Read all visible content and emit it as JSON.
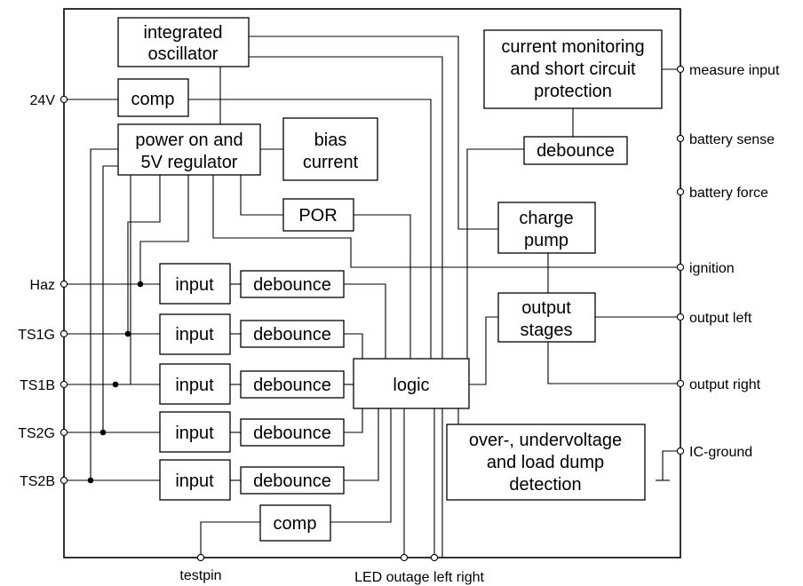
{
  "blocks": {
    "integrated_oscillator": [
      "integrated",
      "oscillator"
    ],
    "comp_top": "comp",
    "power_on": [
      "power on and",
      "5V regulator"
    ],
    "bias_current": [
      "bias",
      "current"
    ],
    "por": "POR",
    "current_monitoring": [
      "current monitoring",
      "and short circuit",
      "protection"
    ],
    "debounce_right": "debounce",
    "charge_pump": [
      "charge",
      "pump"
    ],
    "output_stages": [
      "output",
      "stages"
    ],
    "logic": "logic",
    "overvoltage": [
      "over-, undervoltage",
      "and load dump",
      "detection"
    ],
    "comp_bottom": "comp",
    "input": "input",
    "debounce": "debounce"
  },
  "pins": {
    "v24": "24V",
    "haz": "Haz",
    "ts1g": "TS1G",
    "ts1b": "TS1B",
    "ts2g": "TS2G",
    "ts2b": "TS2B",
    "measure_input": "measure input",
    "battery_sense": "battery sense",
    "battery_force": "battery force",
    "ignition": "ignition",
    "output_left": "output left",
    "output_right": "output right",
    "ic_ground": "IC-ground",
    "testpin": "testpin",
    "led_outage": "LED outage left right"
  }
}
